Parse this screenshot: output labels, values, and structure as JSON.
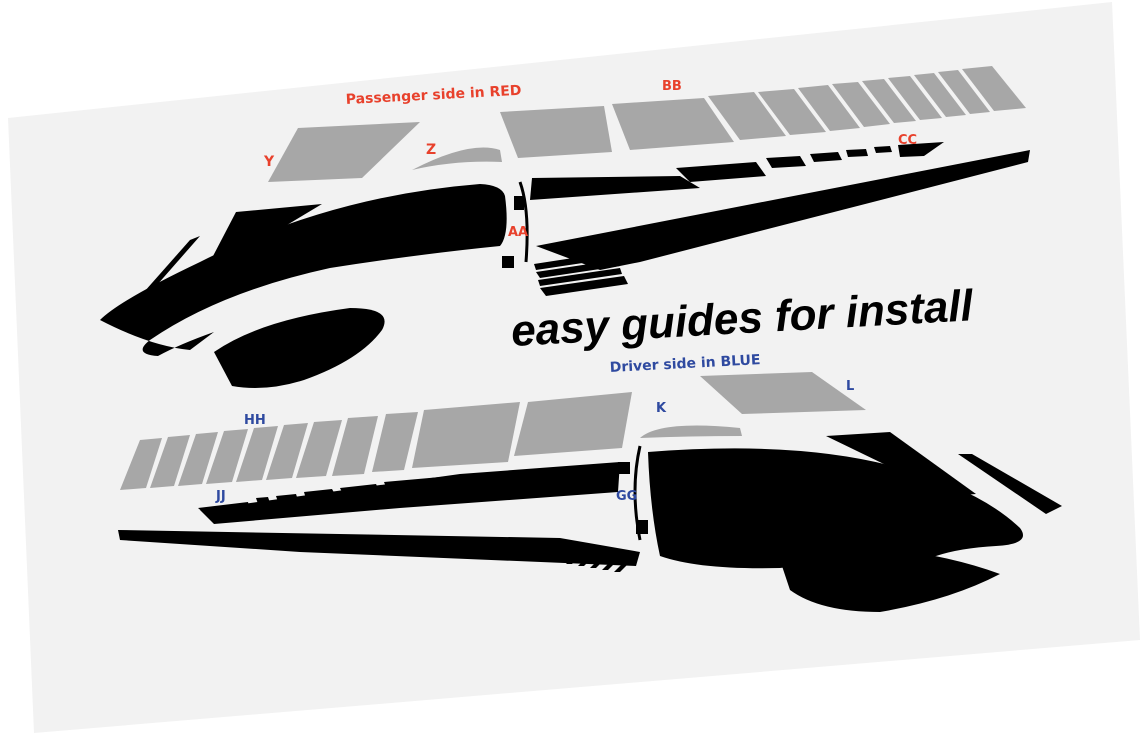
{
  "sheet": {
    "headline": "easy guides for install",
    "passenger_title": "Passenger side in RED",
    "driver_title": "Driver side in BLUE",
    "colors": {
      "background": "#ffffff",
      "sheet": "#f2f2f2",
      "decal_black": "#000000",
      "decal_gray": "#a7a7a7",
      "label_red": "#e8412c",
      "label_blue": "#2f4aa0"
    }
  },
  "passenger_labels": {
    "y": "Y",
    "z": "Z",
    "aa": "AA",
    "bb": "BB",
    "cc": "CC"
  },
  "driver_labels": {
    "hh": "HH",
    "jj": "JJ",
    "k": "K",
    "l": "L",
    "gg": "GG"
  }
}
